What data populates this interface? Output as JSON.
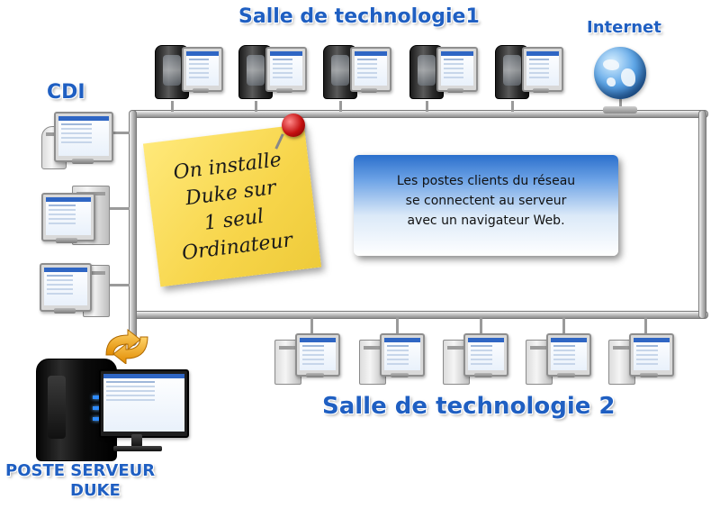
{
  "diagram": {
    "titles": {
      "salle1": "Salle de technologie1",
      "internet": "Internet",
      "cdi": "CDI",
      "salle2": "Salle de technologie 2",
      "server_line1": "POSTE SERVEUR",
      "server_line2": "DUKE"
    },
    "note": {
      "lines": [
        "On installe",
        "Duke sur",
        "1 seul",
        "Ordinateur"
      ]
    },
    "info_box": {
      "lines": [
        "Les postes clients du réseau",
        "se connectent au serveur",
        "avec un navigateur Web."
      ]
    },
    "icons": {
      "salle1": "desktop-computer-icon",
      "salle2": "desktop-computer-icon",
      "cdi": "desktop-computer-icon",
      "internet": "globe-icon",
      "server": "server-icon",
      "sync": "sync-arrows-icon",
      "pin": "pushpin-icon"
    },
    "colors": {
      "title_blue": "#1f5fc2",
      "note_yellow": "#f7d54a",
      "server_title_blue": "#1f5fc2"
    }
  }
}
